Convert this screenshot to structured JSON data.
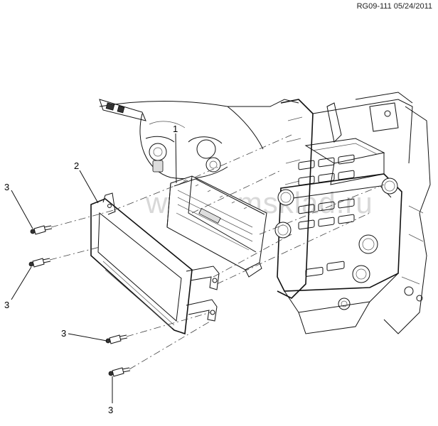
{
  "figure": {
    "reference": "RG09-111 05/24/2011",
    "watermark": "www.gmsklad.ru",
    "callouts": [
      {
        "id": "c1",
        "label": "1"
      },
      {
        "id": "c2",
        "label": "2"
      },
      {
        "id": "c3a",
        "label": "3"
      },
      {
        "id": "c3b",
        "label": "3"
      },
      {
        "id": "c3c",
        "label": "3"
      },
      {
        "id": "c3d",
        "label": "3"
      }
    ]
  }
}
